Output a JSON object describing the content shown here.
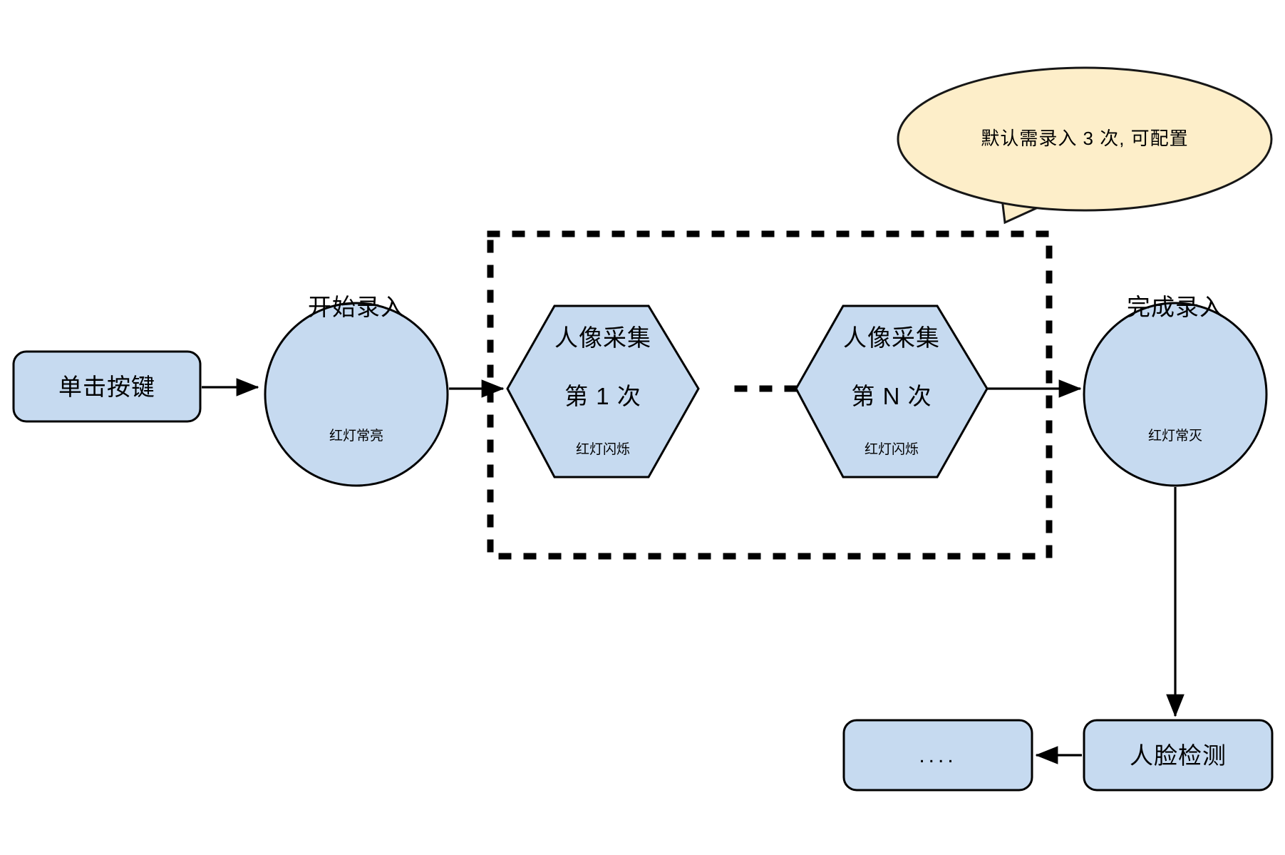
{
  "diagram": {
    "title": "Face enrollment flow",
    "colors": {
      "node_fill": "#c6daf0",
      "node_stroke": "#000000",
      "callout_fill": "#fdeec9",
      "callout_stroke": "#171717",
      "edge": "#000000",
      "background": "#ffffff"
    },
    "nodes": {
      "click_button": {
        "label": "单击按键",
        "shape": "rounded-rectangle"
      },
      "start_enroll": {
        "label": "开始录入",
        "sublabel": "红灯常亮",
        "shape": "circle"
      },
      "capture_first": {
        "label_line1": "人像采集",
        "label_line2": "第 1 次",
        "sublabel": "红灯闪烁",
        "shape": "hexagon"
      },
      "capture_nth": {
        "label_line1": "人像采集",
        "label_line2": "第 N 次",
        "sublabel": "红灯闪烁",
        "shape": "hexagon"
      },
      "finish_enroll": {
        "label": "完成录入",
        "sublabel": "红灯常灭",
        "shape": "circle"
      },
      "face_detect": {
        "label": "人脸检测",
        "shape": "rounded-rectangle"
      },
      "more_steps": {
        "label": "....",
        "shape": "rounded-rectangle"
      }
    },
    "callout": {
      "text": "默认需录入 3 次, 可配置",
      "shape": "speech-ellipse"
    },
    "loop_region": {
      "style": "dotted-rectangle"
    }
  }
}
